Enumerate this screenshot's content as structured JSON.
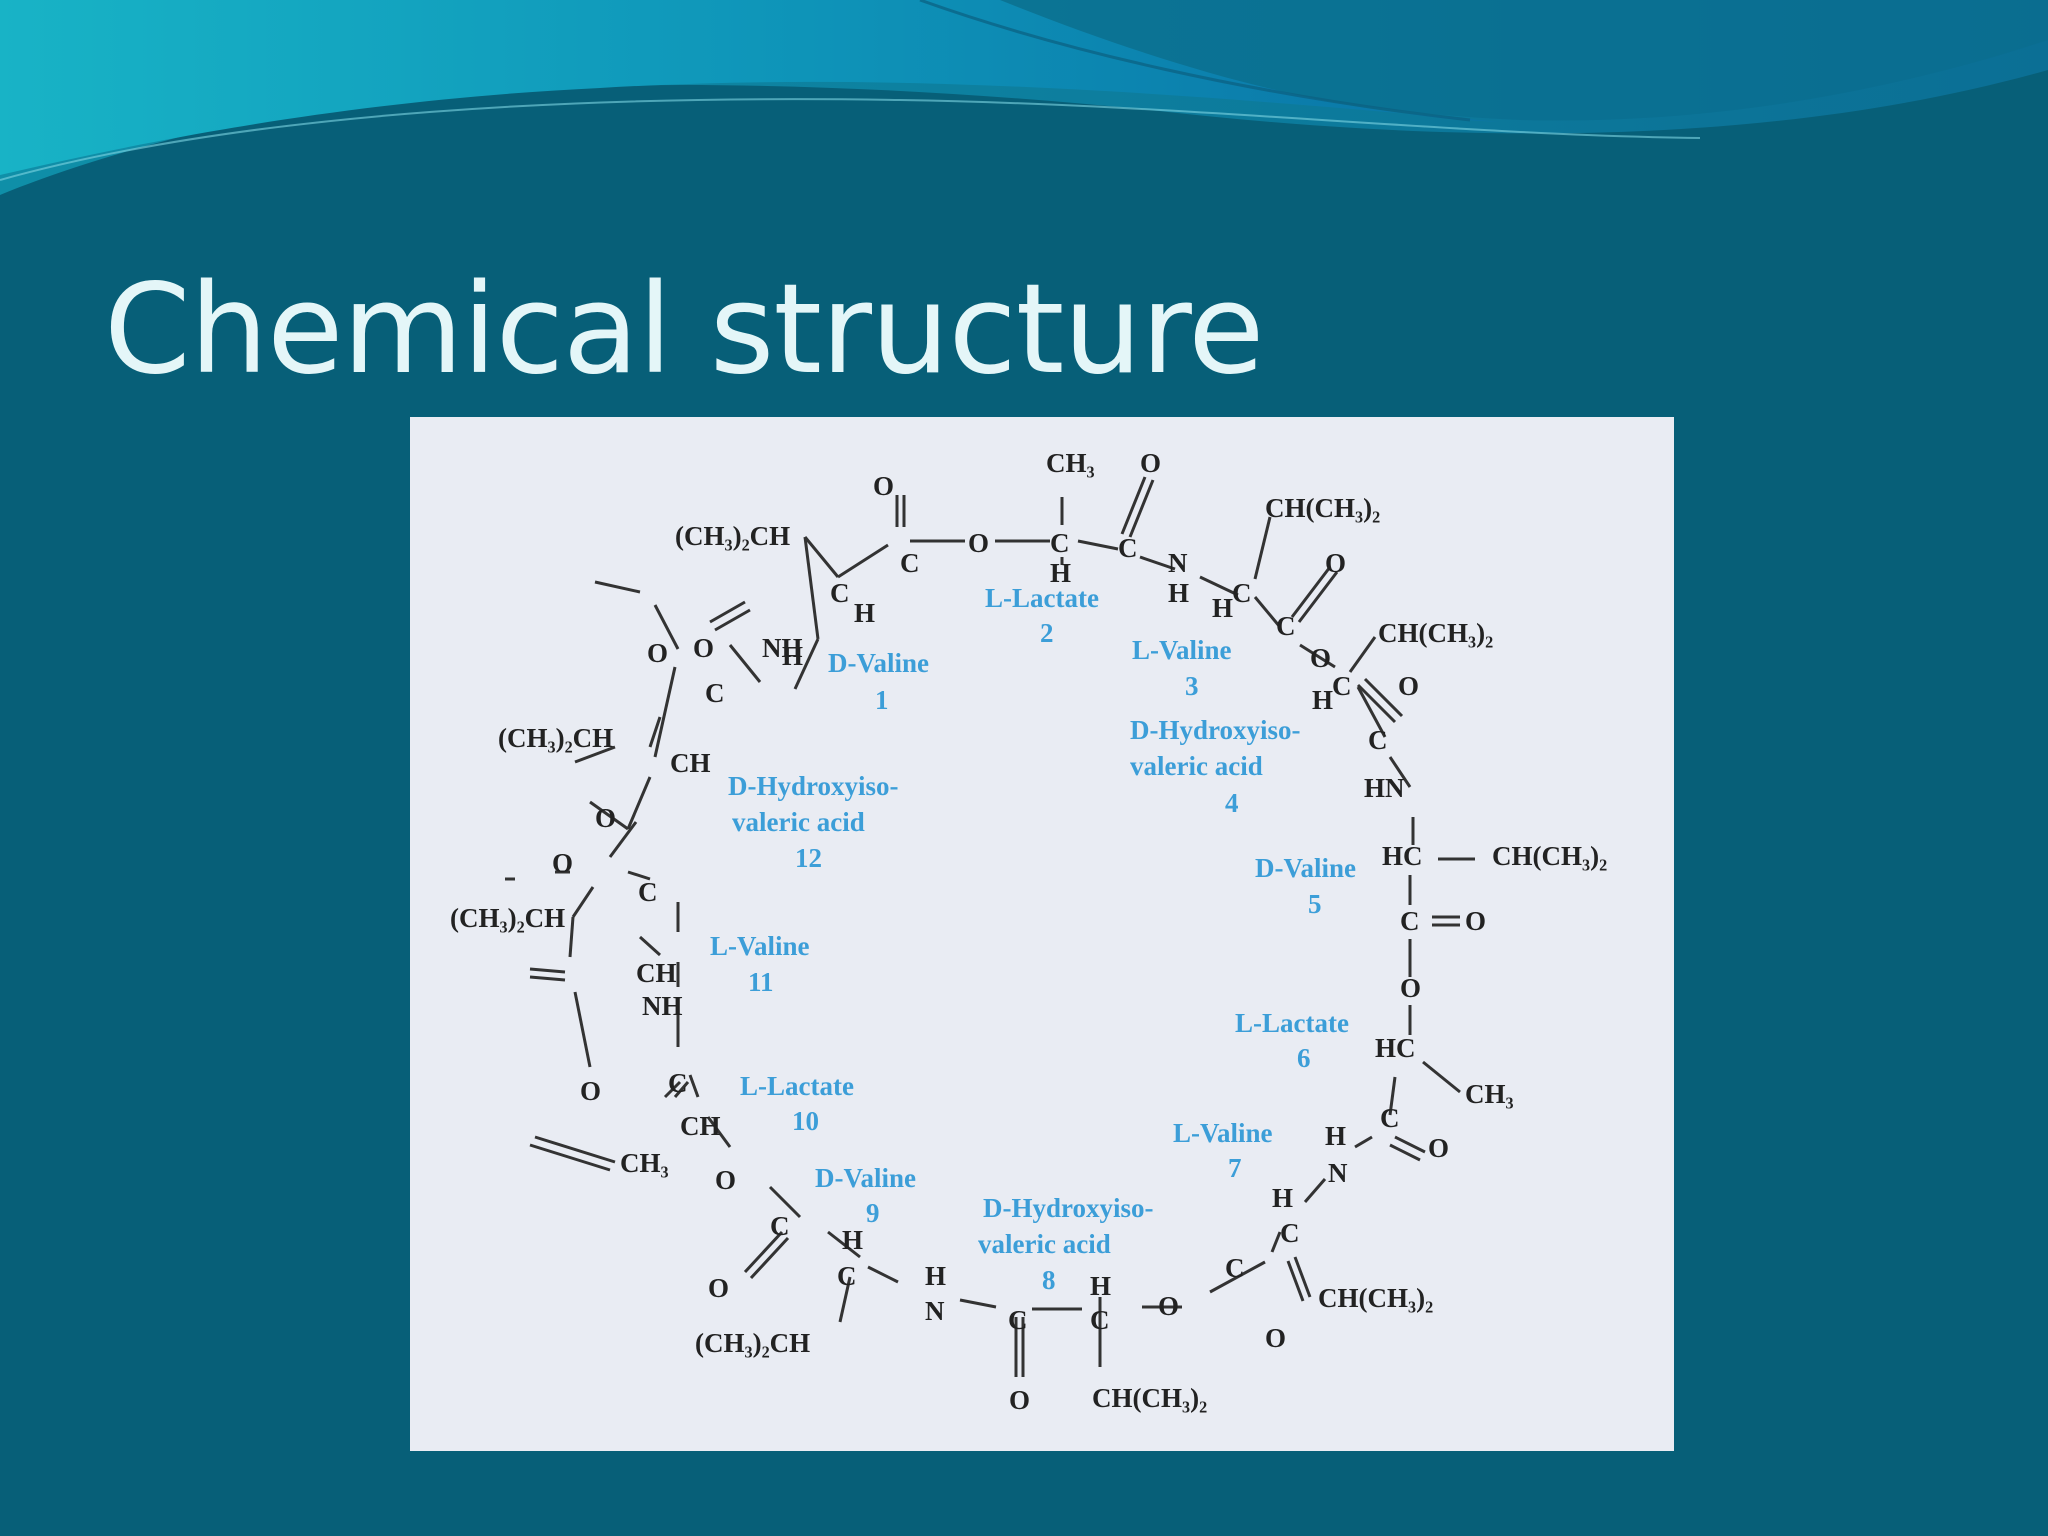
{
  "slide": {
    "title": "Chemical structure",
    "colors": {
      "background": "#075f78",
      "title": "#e4f6f8",
      "figure_background": "#e9ecf3",
      "atom_label": "#222222",
      "residue_label": "#3c9ed8"
    }
  },
  "figure": {
    "atoms": [
      "(CH₃)₂CH",
      "C",
      "H",
      "O",
      "C",
      "O",
      "O",
      "C",
      "H",
      "CH₃",
      "C",
      "O",
      "N",
      "H",
      "CH(CH₃)₂",
      "H",
      "C",
      "O",
      "C",
      "O",
      "CH(CH₃)₂",
      "C",
      "H",
      "O",
      "C",
      "HN",
      "HC",
      "CH(CH₃)₂",
      "C",
      "O",
      "O",
      "HC",
      "CH₃",
      "C",
      "O",
      "H",
      "N",
      "H",
      "C",
      "CH(CH₃)₂",
      "C",
      "O",
      "O",
      "H",
      "C",
      "CH(CH₃)₂",
      "C",
      "O",
      "H",
      "N",
      "H",
      "C",
      "(CH₃)₂CH",
      "C",
      "O",
      "O",
      "CH",
      "CH₃",
      "C",
      "O",
      "NH",
      "(CH₃)₂CH",
      "CH",
      "C",
      "O",
      "O",
      "(CH₃)₂CH",
      "CH",
      "C",
      "O",
      "NH",
      "H"
    ],
    "residues": [
      {
        "name": "D-Valine",
        "number": "1"
      },
      {
        "name": "L-Lactate",
        "number": "2"
      },
      {
        "name": "L-Valine",
        "number": "3"
      },
      {
        "name": "D-Hydroxyiso-",
        "name2": "valeric acid",
        "number": "4"
      },
      {
        "name": "D-Valine",
        "number": "5"
      },
      {
        "name": "L-Lactate",
        "number": "6"
      },
      {
        "name": "L-Valine",
        "number": "7"
      },
      {
        "name": "D-Hydroxyiso-",
        "name2": "valeric acid",
        "number": "8"
      },
      {
        "name": "D-Valine",
        "number": "9"
      },
      {
        "name": "L-Lactate",
        "number": "10"
      },
      {
        "name": "L-Valine",
        "number": "11"
      },
      {
        "name": "D-Hydroxyiso-",
        "name2": "valeric acid",
        "number": "12"
      }
    ]
  }
}
